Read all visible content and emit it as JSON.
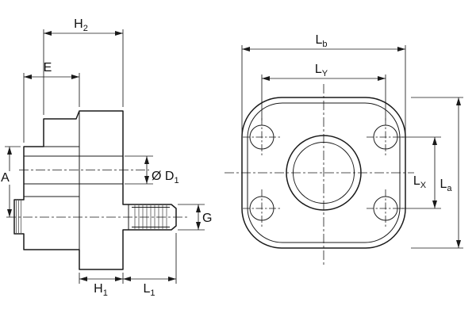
{
  "drawing": {
    "type": "technical-drawing",
    "subject": "flange-fitting-two-views",
    "colors": {
      "line": "#1a1a1a",
      "background": "#ffffff"
    },
    "views": {
      "side_view": {
        "dims": {
          "h2": {
            "main": "H",
            "sub": "2"
          },
          "e": {
            "main": "E",
            "sub": ""
          },
          "a": {
            "main": "A",
            "sub": ""
          },
          "d1": {
            "main": "Ø D",
            "sub": "1"
          },
          "g": {
            "main": "G",
            "sub": ""
          },
          "h1": {
            "main": "H",
            "sub": "1"
          },
          "l1": {
            "main": "L",
            "sub": "1"
          }
        }
      },
      "front_view": {
        "dims": {
          "lb": {
            "main": "L",
            "sub": "b"
          },
          "ly": {
            "main": "L",
            "sub": "Y"
          },
          "lx": {
            "main": "L",
            "sub": "X"
          },
          "la": {
            "main": "L",
            "sub": "a"
          }
        }
      }
    }
  }
}
